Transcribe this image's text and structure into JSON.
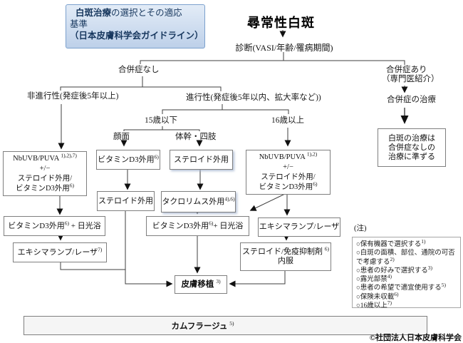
{
  "title_box": {
    "l1_bold": "白斑治療",
    "l1_rest": "の選択とその適応",
    "l2": "基準",
    "l3": "（日本皮膚科学会ガイドライン）"
  },
  "header": {
    "title": "尋常性白斑",
    "diagnosis": "診断(VASI/年齢/罹病期間)"
  },
  "labels": {
    "no_complication": "合併症なし",
    "with_complication": "合併症あり",
    "specialist_referral": "（専門医紹介）",
    "complication_treatment": "合併症の治療",
    "non_progressive": "非進行性(発症後5年以上)",
    "progressive": "進行性(発症後5年以内、拡大率など))",
    "age_15_under": "15歳以下",
    "age_16_over": "16歳以上",
    "face": "顔面",
    "trunk_limbs": "体幹・四肢"
  },
  "boxes": {
    "nbuvb_left": {
      "l1": "NbUVB/PUVA ",
      "l1s": "1),2),7)",
      "l2": "+/−",
      "l3": "ステロイド外用/",
      "l4": "ビタミンD3外用",
      "l4s": "6)"
    },
    "nbuvb_right": {
      "l1": "NbUVB/PUVA ",
      "l1s": "1),2)",
      "l2": "+/−",
      "l3": "ステロイド外用/",
      "l4": "ビタミンD3外用",
      "l4s": "6)"
    },
    "vitd3_face": {
      "t": "ビタミンD3外用",
      "s": "6)"
    },
    "steroid_trunk": {
      "t": "ステロイド外用"
    },
    "steroid_face2": {
      "t": "ステロイド外用"
    },
    "tacrolimus": {
      "t": "タクロリムス外用",
      "s": "4),6)"
    },
    "vitd3_sun_left": {
      "t": "ビタミンD3外用",
      "s": "6)",
      "t2": " + 日光浴"
    },
    "vitd3_sun_mid": {
      "t": "ビタミンD3外用",
      "s": "6)",
      "t2": "+ 日光浴"
    },
    "excimer_right": {
      "t": "エキシマランプ/レーザ"
    },
    "excimer_left": {
      "t": "エキシマランプ/レーザ",
      "s": "7)"
    },
    "steroid_oral": {
      "l1": "ステロイド/免疫抑制剤 ",
      "l1s": "6)",
      "l2": "内服"
    },
    "skin_graft": {
      "t": "皮膚移植 ",
      "s": "3)"
    },
    "follow_no_comp": {
      "l1": "白斑の治療は",
      "l2": "合併症なしの",
      "l3": "治療に準ずる"
    },
    "camouflage": {
      "t": "カムフラージュ ",
      "s": "5)"
    }
  },
  "notes": {
    "label": "(注)",
    "items": [
      {
        "t": "○保有機器で選択する",
        "s": "1)"
      },
      {
        "t": "○白斑の面積、部位、通院の可否で考慮する",
        "s": "2)"
      },
      {
        "t": "○患者の好みで選択する",
        "s": "3)"
      },
      {
        "t": "○露光部禁",
        "s": "4)"
      },
      {
        "t": "○患者の希望で適宜使用する",
        "s": "5)"
      },
      {
        "t": "○保険未収載",
        "s": "6)"
      },
      {
        "t": "○16歳以上",
        "s": "7)"
      }
    ]
  },
  "copyright": "©社団法人日本皮膚科学会",
  "colors": {
    "title_box_border": "#7ba0cd",
    "title_box_bg_top": "#e3ecf7",
    "title_box_bg_bottom": "#bdd0e9",
    "connector_line": "#3f3f3f"
  }
}
